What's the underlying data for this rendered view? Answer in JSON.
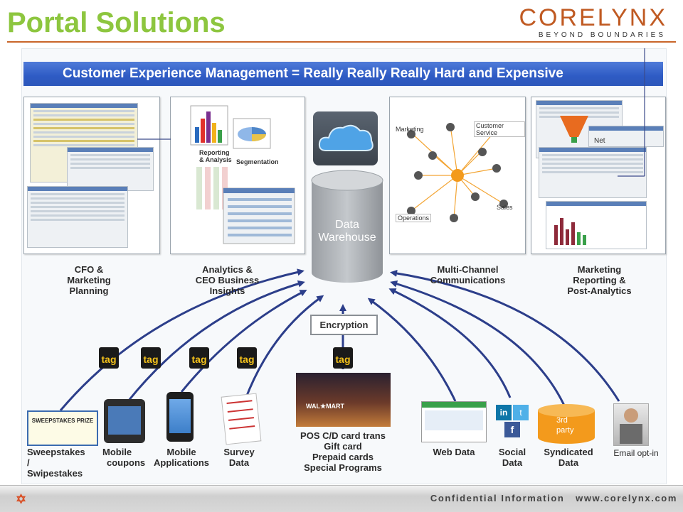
{
  "header": {
    "title": "Portal Solutions",
    "logo_text": "CORELYNX",
    "logo_tagline": "BEYOND BOUNDARIES"
  },
  "banner": "Customer Experience Management = Really Really Really Hard and Expensive",
  "center": {
    "cylinder_line1": "Data",
    "cylinder_line2": "Warehouse",
    "encryption": "Encryption"
  },
  "top_labels": {
    "cfo": [
      "CFO &",
      "Marketing",
      "Planning"
    ],
    "analytics": [
      "Analytics &",
      "CEO Business",
      "Insights"
    ],
    "multichannel": [
      "Multi-Channel",
      "Communications"
    ],
    "marketing": [
      "Marketing",
      "Reporting &",
      "Post-Analytics"
    ]
  },
  "panel_texts": {
    "reporting": "Reporting",
    "analysis": "& Analysis",
    "segmentation": "Segmentation",
    "marketing": "Marketing",
    "customer_service": "Customer Service",
    "operations": "Operations",
    "sales": "Sales",
    "net": "Net"
  },
  "tag_text": "tag",
  "sources": {
    "sweepstakes": [
      "Sweepstakes",
      "/",
      "Swipestakes"
    ],
    "sweepstakes_card": "SWEEPSTAKES PRIZE",
    "mobile_coupons": [
      "Mobile",
      "coupons"
    ],
    "mobile_apps": [
      "Mobile",
      "Applications"
    ],
    "survey": [
      "Survey",
      "Data"
    ],
    "pos": [
      "POS C/D card trans",
      "Gift card",
      "Prepaid cards",
      "Special Programs"
    ],
    "store_sign": "WAL★MART",
    "web": [
      "Web Data"
    ],
    "social": [
      "Social",
      "Data"
    ],
    "syndicated": [
      "Syndicated",
      "Data"
    ],
    "third_party": [
      "3rd",
      "party"
    ],
    "email": [
      "Email opt-in"
    ]
  },
  "footer": "Confidential Information   www.corelynx.com",
  "colors": {
    "title_green": "#8dc63f",
    "logo_orange": "#c05a22",
    "banner_blue": "#2e5bc4",
    "arrow_navy": "#2c3e8a"
  }
}
